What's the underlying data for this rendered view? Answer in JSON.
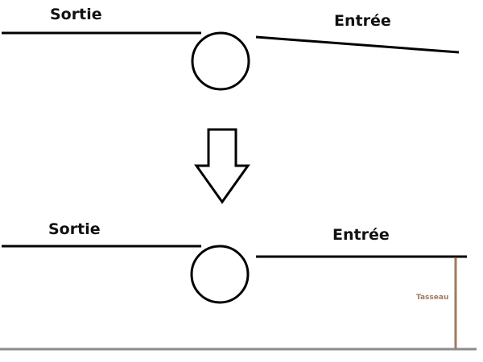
{
  "before": {
    "outlet_label": "Sortie",
    "inlet_label": "Entrée"
  },
  "after": {
    "outlet_label": "Sortie",
    "inlet_label": "Entrée",
    "support_label": "Tasseau"
  },
  "colors": {
    "line": "#000000",
    "support": "#a07a5c",
    "floor": "#8c8c8c"
  },
  "icons": {
    "transition": "down-arrow-icon"
  }
}
